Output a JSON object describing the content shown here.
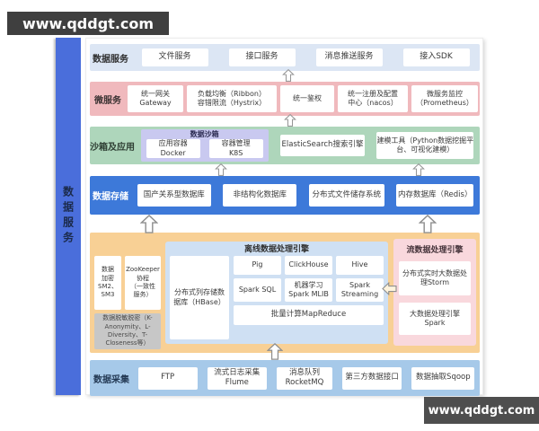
{
  "watermark_top": "www.qddgt.com",
  "watermark_bottom": "www.qddgt.com",
  "sidebar": {
    "label": "数据服务"
  },
  "colors": {
    "sidebar_blue": "#4a6edb",
    "service_row_bg": "#dce6f4",
    "micro_row_bg": "#f0b9bd",
    "sandbox_row_bg": "#aed6bb",
    "sandbox_inner_bg": "#c9c9f0",
    "storage_row_bg": "#3d79d9",
    "processing_bg": "#f8d095",
    "offline_engine_bg": "#cfe0f3",
    "stream_engine_bg": "#f9d8dd",
    "masking_box_bg": "#c7c7c7",
    "collect_row_bg": "#a6c9e9",
    "watermark_bg": "#3f3f3f"
  },
  "service_row": {
    "label": "数据服务",
    "items": [
      "文件服务",
      "接口服务",
      "消息推送服务",
      "接入SDK"
    ]
  },
  "micro_row": {
    "label": "微服务",
    "items": [
      "统一网关\nGateway",
      "负载均衡（Ribbon）\n容错限流（Hystrix）",
      "统一鉴权",
      "统一注册及配置\n中心（nacos）",
      "微服务监控\n（Prometheus）"
    ]
  },
  "sandbox_row": {
    "label": "沙箱及应用",
    "sandbox_title": "数据沙箱",
    "sandbox_items": [
      "应用容器\nDocker",
      "容器管理\nK8S"
    ],
    "search": "ElasticSearch搜索引擎",
    "modeling": "建模工具（Python数据挖掘平\n台、可视化建模）"
  },
  "storage_row": {
    "label": "数据存储",
    "items": [
      "国产关系型数据库",
      "非结构化数据库",
      "分布式文件储存系统",
      "内存数据库（Redis）"
    ]
  },
  "processing": {
    "security": {
      "encrypt": "数据\n加密\nSM2、\nSM3",
      "zookeeper": "ZooKeeper\n协程\n（一致性\n服务）",
      "masking": "数据脱敏脱密（K-\nAnonymity、L-\nDiversity、T-\nCloseness等）"
    },
    "offline": {
      "title": "离线数据处理引擎",
      "hbase": "分布式列存储数\n据库（HBase）",
      "cells": [
        "Pig",
        "ClickHouse",
        "Hive",
        "Spark SQL",
        "机器学习\nSpark MLIB",
        "Spark\nStreaming"
      ],
      "batch": "批量计算MapReduce"
    },
    "stream": {
      "title": "流数据处理引擎",
      "items": [
        "分布式实时大数据处\n理Storm",
        "大数据处理引擎\nSpark"
      ]
    }
  },
  "collect_row": {
    "label": "数据采集",
    "items": [
      "FTP",
      "流式日志采集\nFlume",
      "消息队列\nRocketMQ",
      "第三方数据接口",
      "数据抽取Sqoop"
    ]
  }
}
